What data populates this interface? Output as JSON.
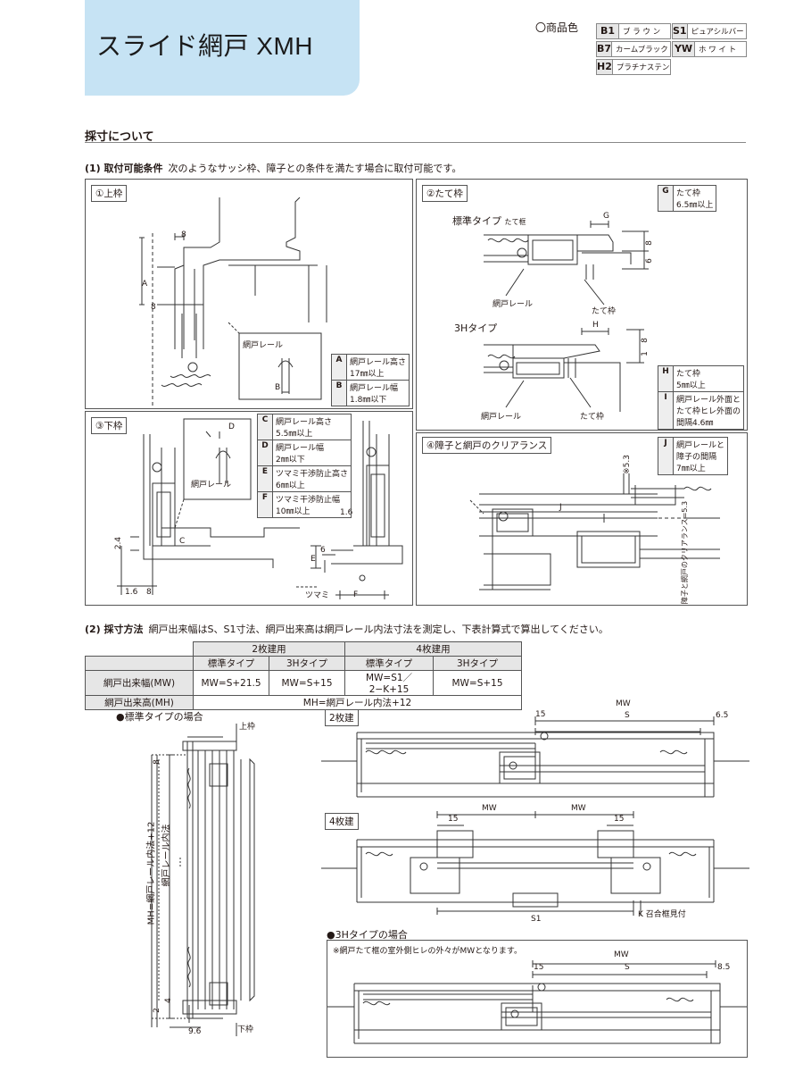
{
  "header": {
    "title": "スライド網戸 XMH",
    "color_label": "〇商品色",
    "colors": [
      {
        "code": "B1",
        "name": "ブ ラ ウ ン"
      },
      {
        "code": "S1",
        "name": "ピュアシルバー"
      },
      {
        "code": "B7",
        "name": "カームブラック"
      },
      {
        "code": "YW",
        "name": "ホ ワ イ ト"
      },
      {
        "code": "H2",
        "name": "プラチナステン"
      }
    ]
  },
  "section": {
    "title": "採寸について",
    "cond_head": "(1) 取付可能条件",
    "cond_text": "次のようなサッシ枠、障子との条件を満たす場合に取付可能です。"
  },
  "panel1": {
    "title": "①上枠",
    "inset_label": "網戸レール",
    "dims": [
      "8",
      "A",
      "8",
      "B"
    ],
    "specs": [
      {
        "key": "A",
        "text1": "網戸レール高さ",
        "text2": "17㎜以上"
      },
      {
        "key": "B",
        "text1": "網戸レール幅",
        "text2": "1.8㎜以下"
      }
    ]
  },
  "panel2": {
    "title": "②たて枠",
    "std_label": "標準タイプ",
    "std_frame": "たて框",
    "rail1": "網戸レール",
    "frame1": "たて枠",
    "h3_label": "3Hタイプ",
    "rail2": "網戸レール",
    "frame2": "たて枠",
    "dims": [
      "G",
      "8",
      "6",
      "H",
      "8",
      "1"
    ],
    "spec_g": {
      "key": "G",
      "text1": "たて枠",
      "text2": "6.5㎜以上"
    },
    "specs": [
      {
        "key": "H",
        "text1": "たて枠",
        "text2": "5㎜以上"
      },
      {
        "key": "I",
        "text1": "網戸レール外面と",
        "text2": "たて枠ヒレ外面の",
        "text3": "間隔4.6㎜"
      }
    ]
  },
  "panel3": {
    "title": "③下枠",
    "inset_label": "網戸レール",
    "handle": "ツマミ",
    "dims": [
      "D",
      "C",
      "2.4",
      "1.6",
      "8",
      "1.6",
      "E",
      "6",
      "F"
    ],
    "specs": [
      {
        "key": "C",
        "text1": "網戸レール高さ",
        "text2": "5.5㎜以上"
      },
      {
        "key": "D",
        "text1": "網戸レール幅",
        "text2": "2㎜以下"
      },
      {
        "key": "E",
        "text1": "ツマミ干渉防止高さ",
        "text2": "6㎜以上"
      },
      {
        "key": "F",
        "text1": "ツマミ干渉防止幅",
        "text2": "10㎜以上"
      }
    ]
  },
  "panel4": {
    "title": "④障子と網戸のクリアランス",
    "spec": {
      "key": "J",
      "text1": "網戸レールと",
      "text2": "障子の間隔",
      "text3": "7㎜以上"
    },
    "note1": "※5.3",
    "note2": "障子と網戸のクリアランス=5.3",
    "dim": "J"
  },
  "method": {
    "head": "(2) 採寸方法",
    "text": "網戸出来幅はS、S1寸法、網戸出来高は網戸レール内法寸法を測定し、下表計算式で算出してください。"
  },
  "calc_table": {
    "col2": "2枚建用",
    "col4": "4枚建用",
    "types": [
      "標準タイプ",
      "3Hタイプ",
      "標準タイプ",
      "3Hタイプ"
    ],
    "row1_label": "網戸出来幅(MW)",
    "row1": [
      "MW=S+21.5",
      "MW=S+15",
      "MW=S1／2−K+15",
      "MW=S+15"
    ],
    "row2_label": "網戸出来高(MH)",
    "row2": "MH=網戸レール内法+12"
  },
  "std_case": {
    "label": "●標準タイプの場合",
    "top": "上枠",
    "bottom": "下枠",
    "v1": "MH=網戸レール内法+12",
    "v2": "網戸レール内法",
    "dims": [
      "8",
      "4",
      "2",
      "9.6"
    ]
  },
  "two_panel": {
    "label": "2枚建",
    "dims": [
      "MW",
      "15",
      "S",
      "6.5"
    ]
  },
  "four_panel": {
    "label": "4枚建",
    "dims": [
      "MW",
      "MW",
      "15",
      "15",
      "S1",
      "K"
    ],
    "k_note": "召合框見付"
  },
  "h3_case": {
    "label": "●3Hタイプの場合",
    "note": "※網戸たて框の室外側ヒレの外々がMWとなります。",
    "dims": [
      "MW",
      "15",
      "S",
      "8.5"
    ]
  }
}
